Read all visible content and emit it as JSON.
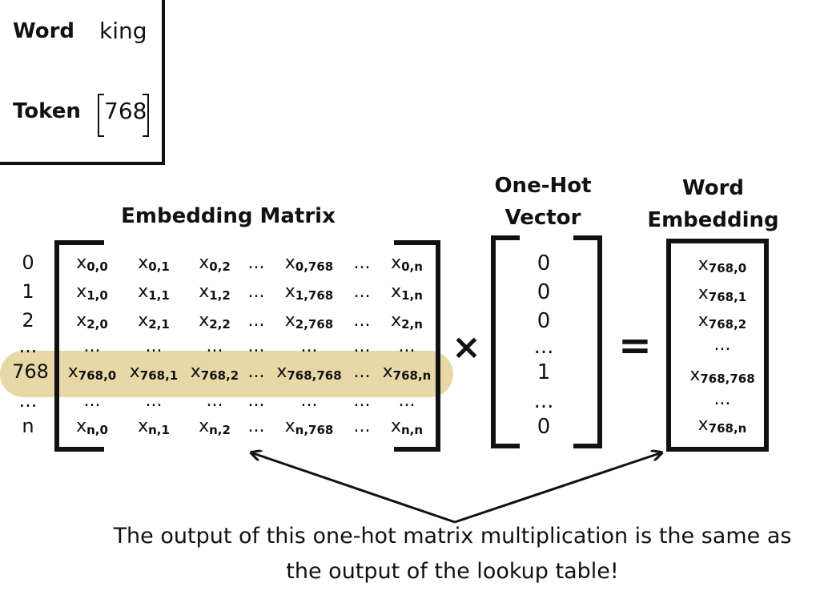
{
  "info": {
    "word_label": "Word",
    "word_value": "king",
    "token_label": "Token",
    "token_value": "768"
  },
  "titles": {
    "embedding_matrix": "Embedding Matrix",
    "one_hot": [
      "One-Hot",
      "Vector"
    ],
    "word_embedding": [
      "Word",
      "Embedding"
    ]
  },
  "matrix": {
    "row_labels": [
      "0",
      "1",
      "2",
      "...",
      "768",
      "...",
      "n"
    ],
    "col_subs": [
      "0",
      "1",
      "2",
      "...",
      "768",
      "...",
      "n"
    ],
    "highlight_row": "768",
    "base": "x"
  },
  "one_hot_vector": [
    "0",
    "0",
    "0",
    "...",
    "1",
    "...",
    "0"
  ],
  "word_embedding": [
    "768,0",
    "768,1",
    "768,2",
    "...",
    "768,768",
    "...",
    "768,n"
  ],
  "operators": {
    "multiply": "×",
    "equals": "="
  },
  "caption": [
    "The output of this one-hot matrix multiplication is the same as",
    "the output of the lookup table!"
  ]
}
